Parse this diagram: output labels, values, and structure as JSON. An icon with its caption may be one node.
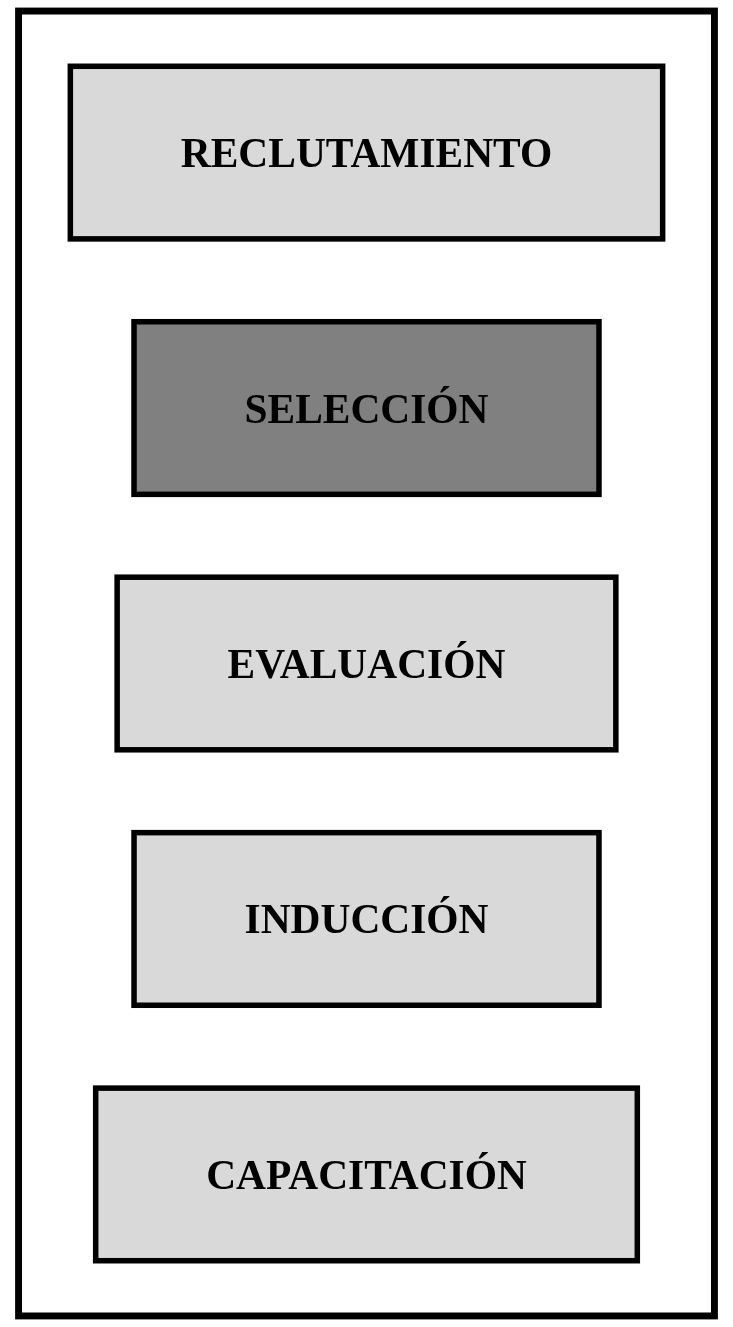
{
  "diagram": {
    "nodes": [
      {
        "text": [],
        "shape": "box"
      },
      {
        "text": [
          "RECLUTAMIENTO"
        ],
        "in": 0
      },
      {
        "text": [
          "SELECCIÓN"
        ],
        "in": 0
      },
      {
        "text": [
          "EVALUACIÓN"
        ],
        "in": 0
      },
      {
        "text": [
          "INDUCCIÓN"
        ],
        "in": 0
      },
      {
        "text": [
          "CAPACITACIÓN"
        ],
        "in": 0
      }
    ]
  }
}
